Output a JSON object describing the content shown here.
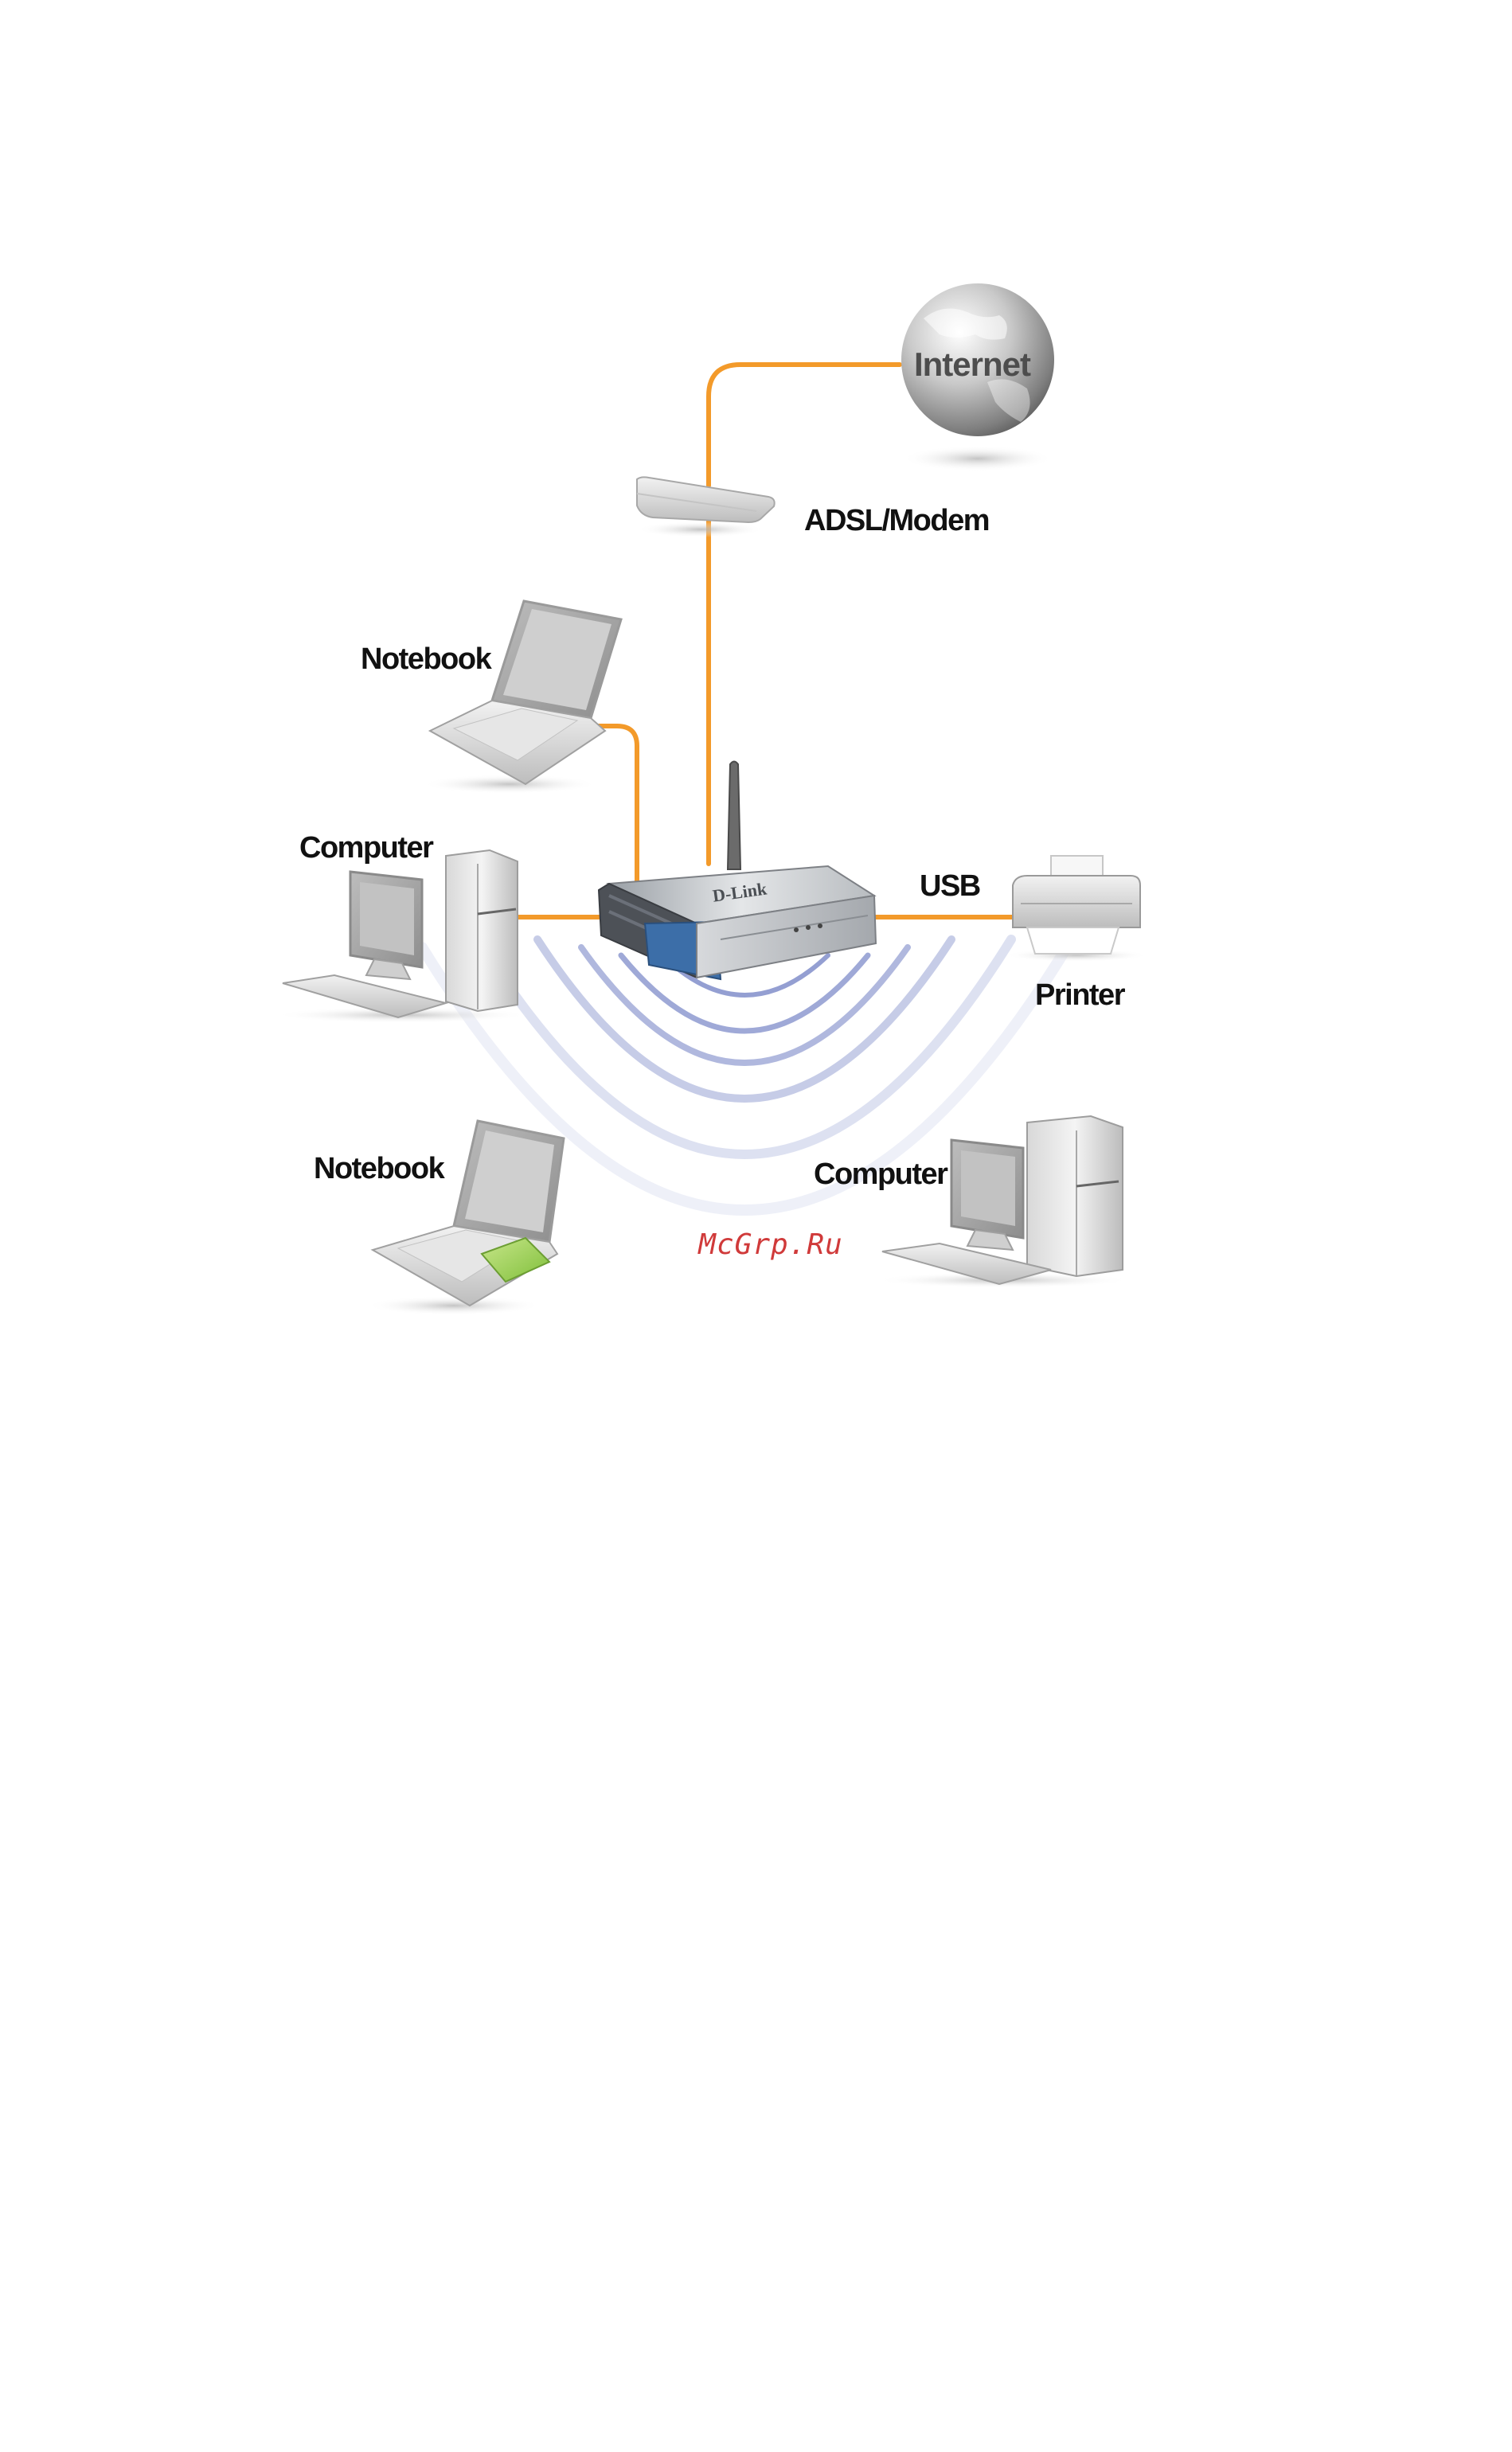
{
  "labels": {
    "internet": "Internet",
    "modem": "ADSL/Modem",
    "notebook_top": "Notebook",
    "computer_left": "Computer",
    "usb": "USB",
    "printer": "Printer",
    "notebook_bottom": "Notebook",
    "computer_bottom": "Computer"
  },
  "router_brand": "D-Link",
  "watermark": "McGrp.Ru",
  "colors": {
    "cable": "#f39a2a",
    "wave": "#8e9ad0",
    "watermark": "#d03a3a",
    "device_body": "#dcdcdc",
    "router_panel": "#3c6ea8"
  },
  "icons": {
    "internet": "globe-icon",
    "modem": "modem-icon",
    "notebook_top": "laptop-icon",
    "computer_left": "desktop-computer-icon",
    "router": "wireless-router-icon",
    "printer": "printer-icon",
    "notebook_bottom": "laptop-icon",
    "computer_bottom": "desktop-computer-icon"
  }
}
